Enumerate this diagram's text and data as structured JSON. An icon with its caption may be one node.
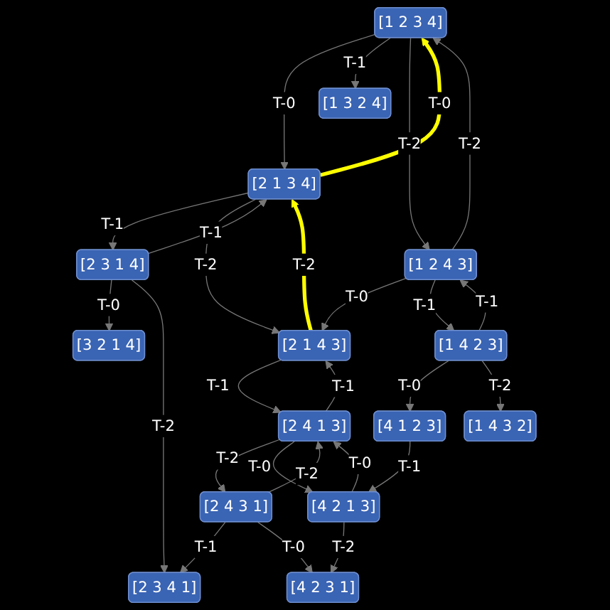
{
  "diagram": {
    "nodes": [
      {
        "text": [
          "[1 3 2 4]"
        ]
      },
      {
        "text": [
          "[3 2 1 4]"
        ]
      },
      {
        "text": [
          "[1 2 3 4]"
        ]
      },
      {
        "text": [
          "[2 3 1 4]"
        ]
      },
      {
        "text": [
          "[4 1 2 3]"
        ]
      },
      {
        "text": [
          "[2 1 3 4]"
        ]
      },
      {
        "text": [
          "[1 2 4 3]"
        ]
      },
      {
        "text": [
          "[2 1 4 3]"
        ]
      },
      {
        "text": [
          "[1 4 2 3]"
        ]
      },
      {
        "text": [
          "[2 4 1 3]"
        ]
      },
      {
        "text": [
          "[2 4 3 1]"
        ]
      },
      {
        "text": [
          "[1 4 3 2]"
        ]
      },
      {
        "text": [
          "[2 3 4 1]"
        ]
      },
      {
        "text": [
          "[4 2 1 3]"
        ]
      },
      {
        "text": [
          "[4 2 3 1]"
        ]
      }
    ],
    "edges": [
      {
        "from": 3,
        "to": 1,
        "arrow": "to",
        "label": "T-0"
      },
      {
        "from": 3,
        "to": 5,
        "arrow": "to",
        "label": "T-1"
      },
      {
        "from": 5,
        "to": 3,
        "arrow": "to",
        "label": "T-1"
      },
      {
        "from": 5,
        "to": 2,
        "arrow": "to",
        "label": "T-0",
        "style": "thick",
        "color": "#ffff00"
      },
      {
        "from": 2,
        "to": 5,
        "arrow": "to",
        "label": "T-0"
      },
      {
        "from": 5,
        "to": 7,
        "arrow": "to",
        "label": "T-2"
      },
      {
        "from": 7,
        "to": 5,
        "arrow": "to",
        "label": "T-2",
        "style": "thick",
        "color": "#ffff00"
      },
      {
        "from": 2,
        "to": 0,
        "arrow": "to",
        "label": "T-1"
      },
      {
        "from": 2,
        "to": 6,
        "arrow": "to",
        "label": "T-2"
      },
      {
        "from": 6,
        "to": 2,
        "arrow": "to",
        "label": "T-2"
      },
      {
        "from": 6,
        "to": 7,
        "arrow": "to",
        "label": "T-0"
      },
      {
        "from": 6,
        "to": 8,
        "arrow": "to",
        "label": "T-1"
      },
      {
        "from": 8,
        "to": 6,
        "arrow": "to",
        "label": "T-1"
      },
      {
        "from": 8,
        "to": 4,
        "arrow": "to",
        "label": "T-0"
      },
      {
        "from": 4,
        "to": 13,
        "arrow": "to",
        "label": "T-1"
      },
      {
        "from": 8,
        "to": 11,
        "arrow": "to",
        "label": "T-2"
      },
      {
        "from": 7,
        "to": 9,
        "arrow": "to",
        "label": "T-1"
      },
      {
        "from": 9,
        "to": 7,
        "arrow": "to",
        "label": "T-1"
      },
      {
        "from": 9,
        "to": 10,
        "arrow": "to",
        "label": "T-2"
      },
      {
        "from": 10,
        "to": 9,
        "arrow": "to",
        "label": "T-2"
      },
      {
        "from": 10,
        "to": 12,
        "arrow": "to",
        "label": "T-1"
      },
      {
        "from": 3,
        "to": 12,
        "arrow": "to",
        "label": "T-2"
      },
      {
        "from": 9,
        "to": 13,
        "arrow": "to",
        "label": "T-0"
      },
      {
        "from": 13,
        "to": 9,
        "arrow": "to",
        "label": "T-0"
      },
      {
        "from": 10,
        "to": 14,
        "arrow": "to",
        "label": "T-0"
      },
      {
        "from": 13,
        "to": 14,
        "arrow": "to",
        "label": "T-2"
      }
    ]
  }
}
